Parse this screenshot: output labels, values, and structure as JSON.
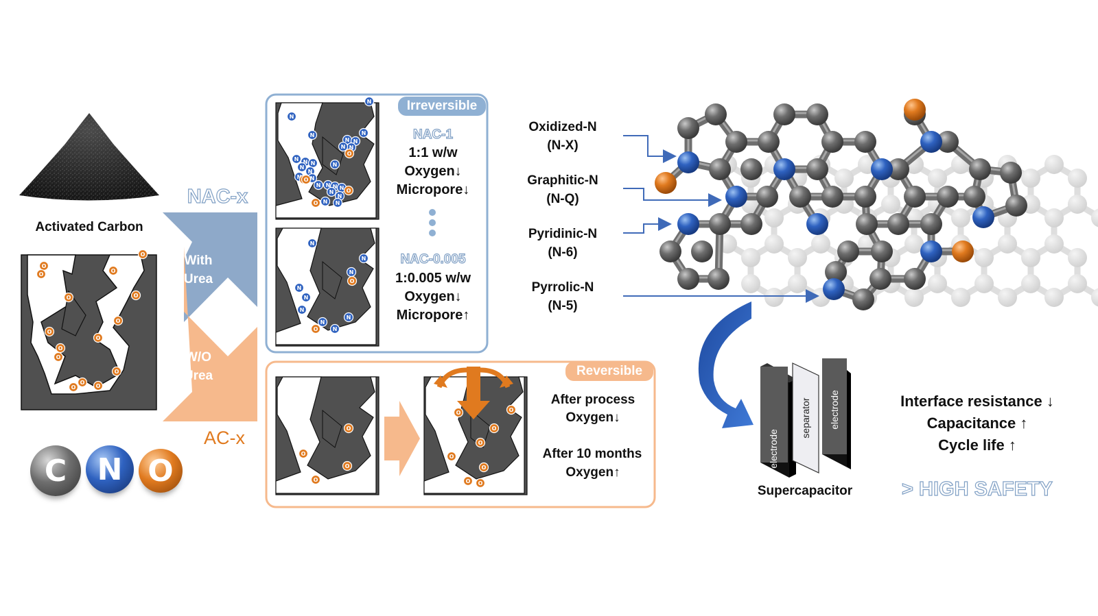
{
  "left": {
    "title": "Activated Carbon",
    "elements": [
      "C",
      "N",
      "O"
    ]
  },
  "arrows": {
    "upper": {
      "line1": "With",
      "line2": "Urea",
      "product": "NAC-x"
    },
    "lower": {
      "line1": "W/O",
      "line2": "Urea",
      "product": "AC-x"
    }
  },
  "irreversible_box": {
    "tag": "Irreversible",
    "top": {
      "name": "NAC-1",
      "ratio": "1:1 w/w",
      "oxygen": "Oxygen↓",
      "micropore": "Micropore↓"
    },
    "bottom": {
      "name": "NAC-0.005",
      "ratio": "1:0.005 w/w",
      "oxygen": "Oxygen↓",
      "micropore": "Micropore↑"
    }
  },
  "reversible_box": {
    "tag": "Reversible",
    "after_process": "After process",
    "oxygen_down": "Oxygen↓",
    "after_months": "After 10 months",
    "oxygen_up": "Oxygen↑"
  },
  "nitrogen_types": [
    {
      "name": "Oxidized-N",
      "code": "(N-X)"
    },
    {
      "name": "Graphitic-N",
      "code": "(N-Q)"
    },
    {
      "name": "Pyridinic-N",
      "code": "(N-6)"
    },
    {
      "name": "Pyrrolic-N",
      "code": "(N-5)"
    }
  ],
  "device": {
    "electrode_left": "electrode",
    "separator": "separator",
    "electrode_right": "electrode",
    "caption": "Supercapacitor"
  },
  "results": {
    "line1": "Interface resistance ↓",
    "line2": "Capacitance ↑",
    "line3": "Cycle life ↑",
    "safety": "> HIGH SAFETY"
  },
  "colors": {
    "carbon": "#5b5b5b",
    "nitrogen": "#2f62c0",
    "oxygen": "#e07a1f",
    "blue_frame": "#8fb0d3",
    "orange_frame": "#f6b98c",
    "porous": "#505050"
  }
}
